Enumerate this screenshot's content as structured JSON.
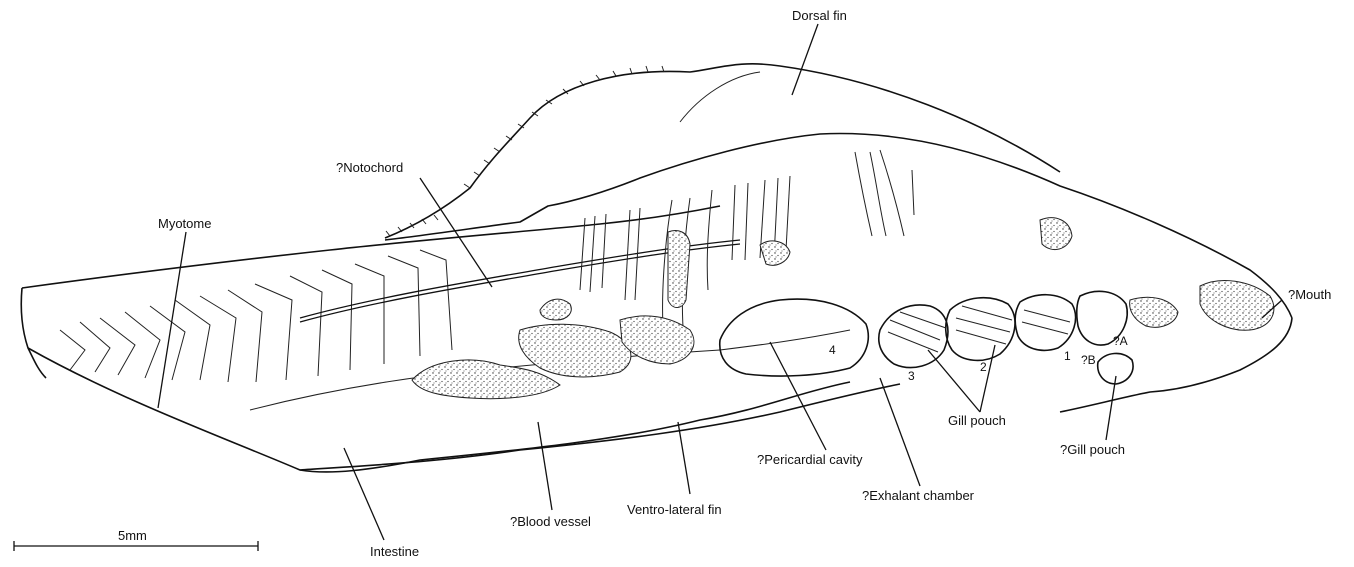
{
  "labels": {
    "dorsal_fin": "Dorsal fin",
    "notochord": "?Notochord",
    "myotome": "Myotome",
    "mouth": "?Mouth",
    "gill_pouch": "Gill pouch",
    "gill_pouch_q": "?Gill pouch",
    "pericardial_cavity": "?Pericardial cavity",
    "exhalant_chamber": "?Exhalant chamber",
    "ventro_lateral_fin": "Ventro-lateral fin",
    "blood_vessel": "?Blood vessel",
    "intestine": "Intestine"
  },
  "numbers": {
    "n1": "1",
    "n2": "2",
    "n3": "3",
    "n4": "4",
    "a": "?A",
    "b": "?B"
  },
  "scale_bar": "5mm"
}
